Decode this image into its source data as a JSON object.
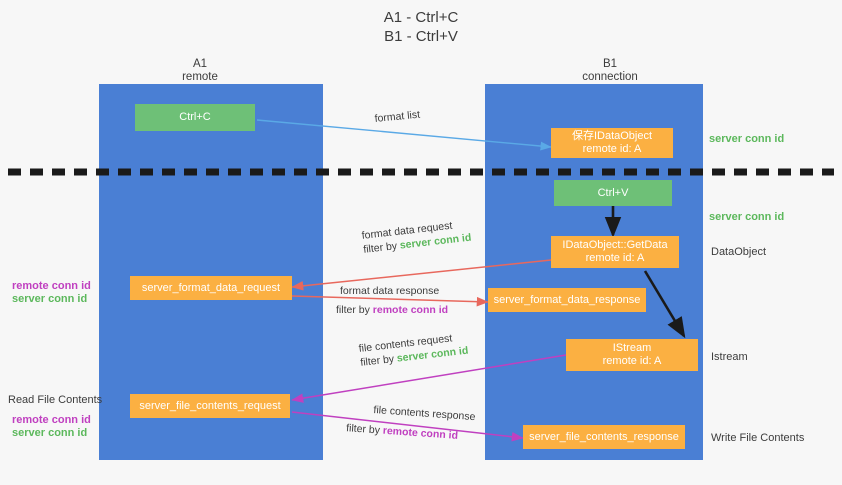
{
  "title": {
    "line1": "A1 - Ctrl+C",
    "line2": "B1 - Ctrl+V"
  },
  "lanes": [
    {
      "id": "a1",
      "name": "A1",
      "role": "remote"
    },
    {
      "id": "b1",
      "name": "B1",
      "role": "connection"
    }
  ],
  "colors": {
    "lane": "#4a7fd4",
    "green_box": "#6ec077",
    "orange_box": "#fbb042",
    "server_conn_id": "#5cb85c",
    "remote_conn_id": "#c040c0",
    "arrow_blue": "#5aa9e6",
    "arrow_red": "#e8685d",
    "arrow_magenta": "#c040c0",
    "arrow_dark": "#1a1a1a",
    "background": "#f7f7f7"
  },
  "boxes": {
    "ctrl_c": {
      "label": "Ctrl+C"
    },
    "save_idataobject": {
      "line1": "保存IDataObject",
      "line2": "remote id: A"
    },
    "ctrl_v": {
      "label": "Ctrl+V"
    },
    "getdata": {
      "line1": "IDataObject::GetData",
      "line2": "remote id: A"
    },
    "format_data_request": {
      "label": "server_format_data_request"
    },
    "format_data_response": {
      "label": "server_format_data_response"
    },
    "istream": {
      "line1": "IStream",
      "line2": "remote id: A"
    },
    "file_contents_request": {
      "label": "server_file_contents_request"
    },
    "file_contents_response": {
      "label": "server_file_contents_response"
    }
  },
  "wire_labels": {
    "format_list": {
      "text": "format list"
    },
    "format_data_request": {
      "line1": "format data request",
      "prefix": "filter by ",
      "key": "server conn id"
    },
    "format_data_response": {
      "line1": "format data response",
      "prefix": "filter by ",
      "key": "remote conn id"
    },
    "file_contents_request": {
      "line1": "file contents request",
      "prefix": "filter by ",
      "key": "server conn id"
    },
    "file_contents_response": {
      "line1": "file contents response",
      "prefix": "filter by ",
      "key": "remote conn id"
    }
  },
  "right_notes": {
    "server_conn_id_top": "server conn id",
    "server_conn_id_mid": "server conn id",
    "dataobject": "DataObject",
    "istream": "Istream",
    "write_file_contents": "Write File Contents"
  },
  "left_notes": {
    "remote_conn_id_upper": "remote conn id",
    "server_conn_id_upper": "server conn id",
    "read_file_contents": "Read File Contents",
    "remote_conn_id_lower": "remote conn id",
    "server_conn_id_lower": "server conn id"
  }
}
